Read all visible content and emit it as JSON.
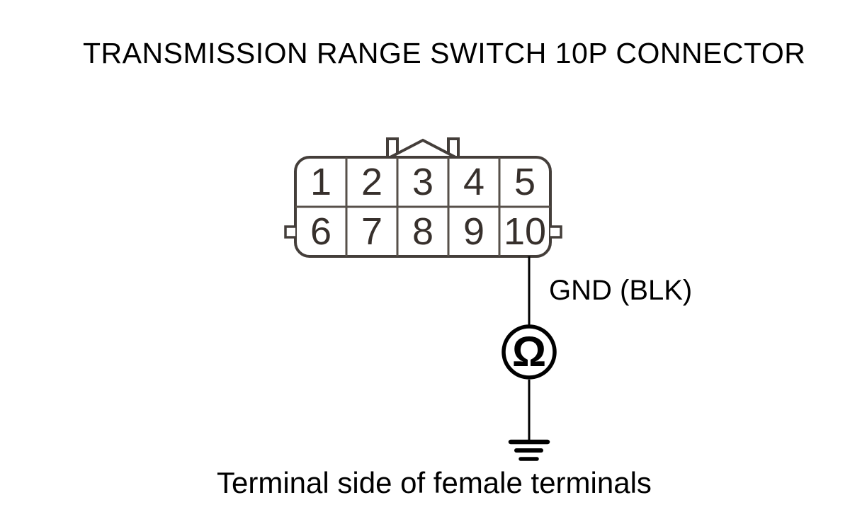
{
  "title": {
    "text": "TRANSMISSION RANGE SWITCH 10P CONNECTOR"
  },
  "connector": {
    "label": "10P connector",
    "pins_top": [
      "1",
      "2",
      "3",
      "4",
      "5"
    ],
    "pins_bottom": [
      "6",
      "7",
      "8",
      "9",
      "10"
    ]
  },
  "wire": {
    "label": "GND (BLK)"
  },
  "meter": {
    "symbol": "Ω"
  },
  "caption": {
    "text": "Terminal side of female terminals"
  },
  "colors": {
    "outline": "#443e3a",
    "divider": "#57504a",
    "ink": "#000000",
    "fill": "#ffffff"
  }
}
